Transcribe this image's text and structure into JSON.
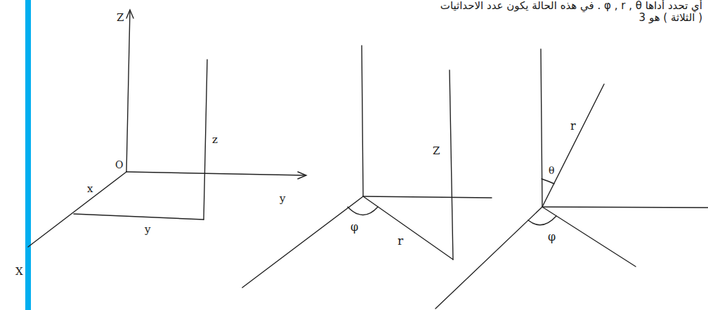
{
  "diagram": {
    "labels": [
      "أي تحدد أداها φ , r , θ . في هذه الحالة يكون عدد الاحداثيات",
      "( الثلاثة ) هو 3",
      "Z",
      "O",
      "x",
      "y",
      "X",
      "y",
      "z",
      "φ",
      "r",
      "Z",
      "θ",
      "r",
      "φ"
    ]
  }
}
